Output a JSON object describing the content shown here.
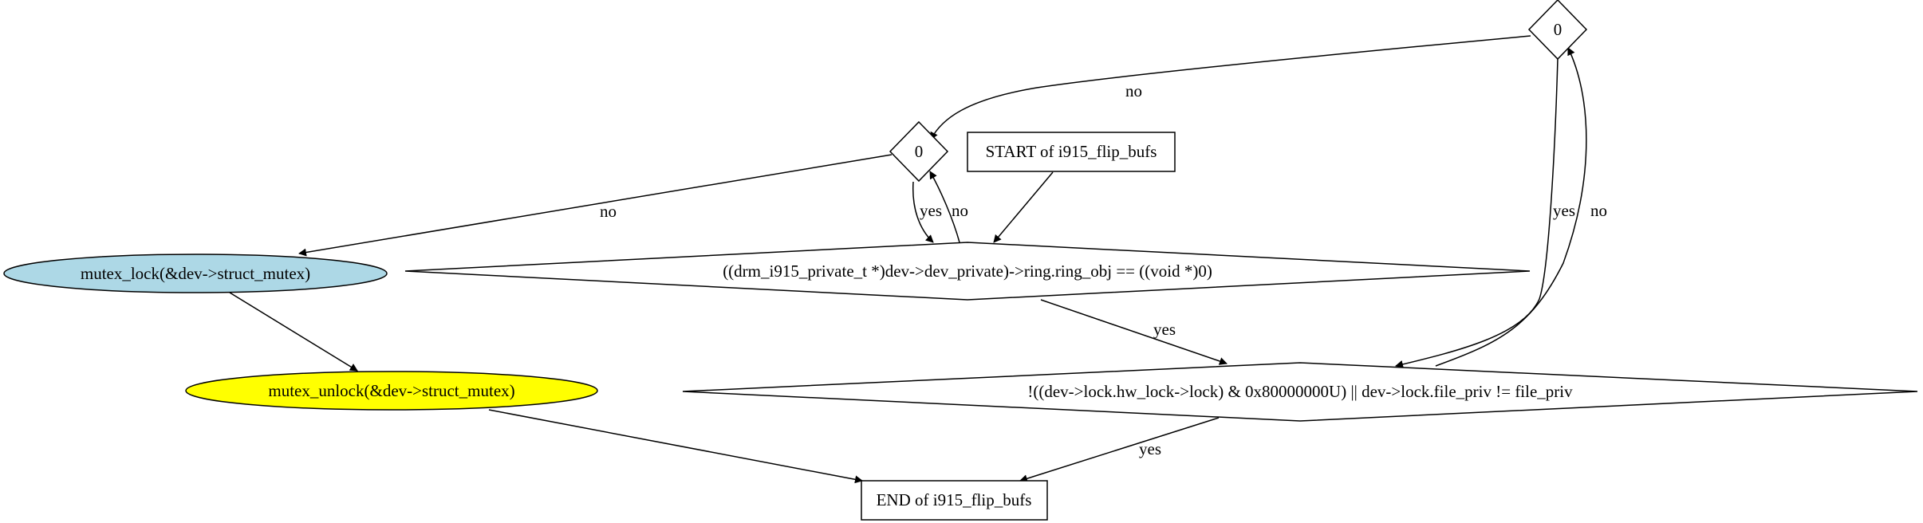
{
  "diagram": {
    "nodes": {
      "start": {
        "label": "START of i915_flip_bufs",
        "shape": "box",
        "fill": "#ffffff"
      },
      "end": {
        "label": "END of i915_flip_bufs",
        "shape": "box",
        "fill": "#ffffff"
      },
      "cond_ring": {
        "label": "((drm_i915_private_t *)dev->dev_private)->ring.ring_obj == ((void *)0)",
        "shape": "diamond",
        "fill": "#ffffff"
      },
      "cond_lock": {
        "label": "!((dev->lock.hw_lock->lock) & 0x80000000U) || dev->lock.file_priv != file_priv",
        "shape": "diamond",
        "fill": "#ffffff"
      },
      "zero_mid": {
        "label": "0",
        "shape": "diamond",
        "fill": "#ffffff"
      },
      "zero_top": {
        "label": "0",
        "shape": "diamond",
        "fill": "#ffffff"
      },
      "mutex_lock": {
        "label": "mutex_lock(&dev->struct_mutex)",
        "shape": "ellipse",
        "fill": "#add8e6"
      },
      "mutex_unlock": {
        "label": "mutex_unlock(&dev->struct_mutex)",
        "shape": "ellipse",
        "fill": "#ffff00"
      }
    },
    "edges": [
      {
        "from": "start",
        "to": "cond_ring",
        "label": ""
      },
      {
        "from": "cond_ring",
        "to": "zero_mid",
        "label": "no"
      },
      {
        "from": "zero_mid",
        "to": "cond_ring",
        "label": "yes"
      },
      {
        "from": "zero_mid",
        "to": "mutex_lock",
        "label": "no"
      },
      {
        "from": "cond_ring",
        "to": "cond_lock",
        "label": "yes"
      },
      {
        "from": "cond_lock",
        "to": "zero_top",
        "label": "no"
      },
      {
        "from": "zero_top",
        "to": "cond_lock",
        "label": "yes"
      },
      {
        "from": "zero_top",
        "to": "zero_mid",
        "label": "no"
      },
      {
        "from": "cond_lock",
        "to": "end",
        "label": "yes"
      },
      {
        "from": "mutex_lock",
        "to": "mutex_unlock",
        "label": ""
      },
      {
        "from": "mutex_unlock",
        "to": "end",
        "label": ""
      }
    ]
  }
}
